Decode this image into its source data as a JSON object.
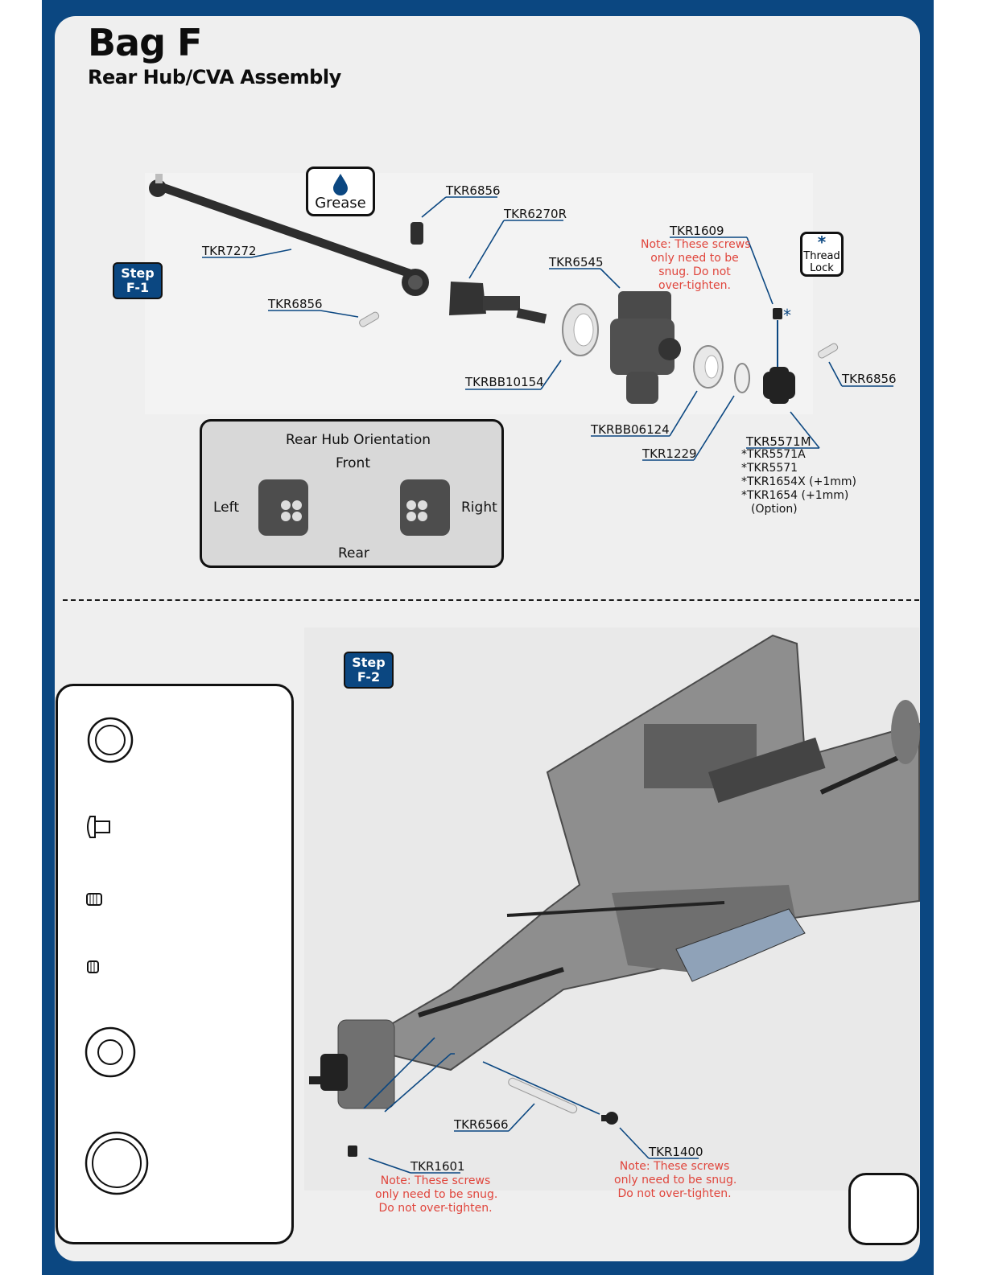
{
  "header": {
    "title": "Bag F",
    "subtitle": "Rear Hub/CVA Assembly"
  },
  "step1": {
    "label_line1": "Step",
    "label_line2": "F-1",
    "grease_label": "Grease",
    "thread_lock_line1": "Thread",
    "thread_lock_line2": "Lock",
    "parts": {
      "tkr7272": "TKR7272",
      "tkr6856_a": "TKR6856",
      "tkr6856_b": "TKR6856",
      "tkr6856_c": "TKR6856",
      "tkr6270r": "TKR6270R",
      "tkr6545": "TKR6545",
      "tkrbb10154": "TKRBB10154",
      "tkrbb06124": "TKRBB06124",
      "tkr1229": "TKR1229",
      "tkr1609": "TKR1609",
      "tkr5571m": "TKR5571M"
    },
    "tkr1609_note_line1": "Note: These screws",
    "tkr1609_note_line2": "only need to be",
    "tkr1609_note_line3": "snug. Do not",
    "tkr1609_note_line4": "over-tighten.",
    "asterisk": "*",
    "alternatives": [
      "*TKR5571A",
      "*TKR5571",
      "*TKR1654X (+1mm)",
      "*TKR1654 (+1mm)",
      "(Option)"
    ],
    "orientation": {
      "title": "Rear Hub Orientation",
      "front": "Front",
      "rear": "Rear",
      "left": "Left",
      "right": "Right"
    }
  },
  "step2": {
    "label_line1": "Step",
    "label_line2": "F-2",
    "parts": {
      "tkr6566": "TKR6566",
      "tkr1601": "TKR1601",
      "tkr1400": "TKR1400"
    },
    "tkr1601_note_line1": "Note: These screws",
    "tkr1601_note_line2": "only need to be snug.",
    "tkr1601_note_line3": "Do not over-tighten.",
    "tkr1400_note_line1": "Note: These screws",
    "tkr1400_note_line2": "only need to be snug.",
    "tkr1400_note_line3": "Do not over-tighten."
  },
  "legend_icons": [
    "bearing-large-icon",
    "button-screw-icon",
    "set-screw-long-icon",
    "set-screw-short-icon",
    "washer-icon",
    "bearing-flanged-icon"
  ],
  "colors": {
    "frame": "#0b4781",
    "note": "#e0453c",
    "leader": "#0b4781",
    "panel": "#efefef"
  }
}
